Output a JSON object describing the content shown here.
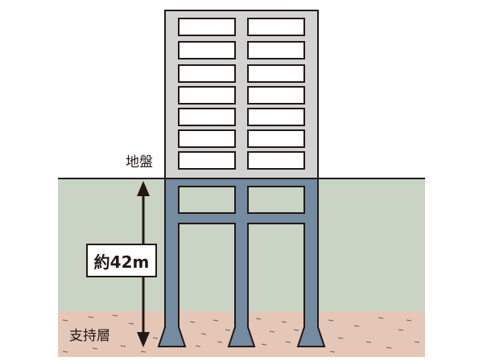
{
  "labels": {
    "ground": "地盤",
    "bearing_layer": "支持層",
    "depth": "約42m"
  },
  "colors": {
    "soil": "#c9d4c4",
    "bearing": "#e4c7b7",
    "structure": "#748ba0",
    "building": "#d3d3d3",
    "window": "#ffffff",
    "line": "#231815"
  },
  "building": {
    "floors": 7,
    "window_columns": 2
  },
  "foundation": {
    "piles": 3
  }
}
